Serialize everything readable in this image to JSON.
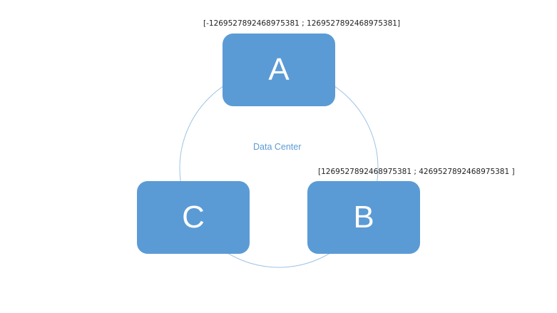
{
  "diagram": {
    "center_label": "Data Center",
    "nodes": [
      {
        "id": "a",
        "label": "A",
        "range": "[-1269527892468975381 ; 1269527892468975381]"
      },
      {
        "id": "b",
        "label": "B",
        "range": "[1269527892468975381 ; 4269527892468975381 ]"
      },
      {
        "id": "c",
        "label": "C"
      }
    ]
  },
  "colors": {
    "node_fill": "#5b9bd5",
    "node_text": "#ffffff",
    "ring_stroke": "#9dc3e6",
    "center_label": "#5b9bd5",
    "range_text": "#222222"
  }
}
